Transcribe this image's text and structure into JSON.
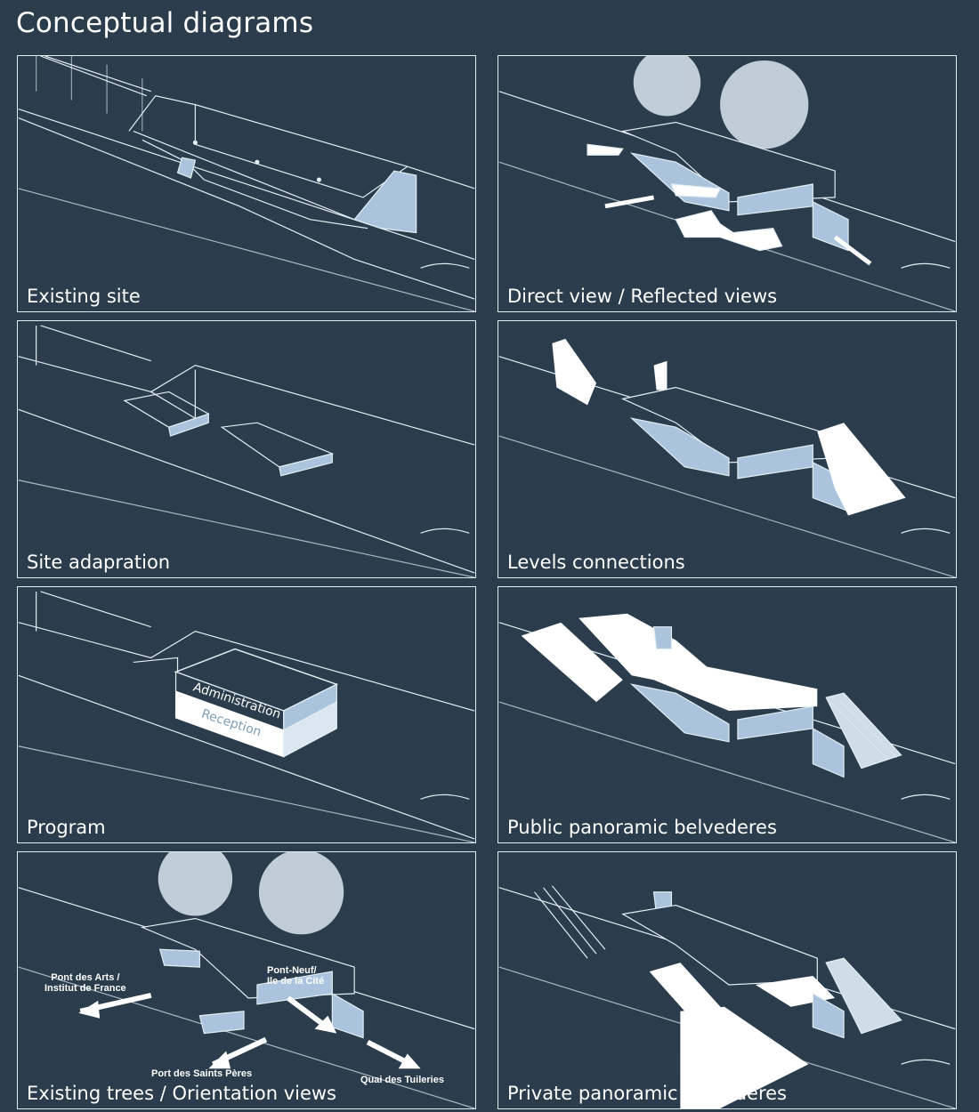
{
  "title": "Conceptual diagrams",
  "panels": [
    {
      "caption": "Existing site"
    },
    {
      "caption": "Direct view / Reflected views"
    },
    {
      "caption": "Site adapration"
    },
    {
      "caption": "Levels connections"
    },
    {
      "caption": "Program"
    },
    {
      "caption": "Public panoramic belvederes"
    },
    {
      "caption": "Existing trees / Orientation views"
    },
    {
      "caption": "Private panoramic belvederes"
    }
  ],
  "program_labels": {
    "upper": "Administration",
    "lower": "Reception"
  },
  "orientation_labels": {
    "pont_des_arts": [
      "Pont des Arts /",
      "Institut de France"
    ],
    "pont_neuf": [
      "Pont-Neuf/",
      "Ile de la Cité"
    ],
    "port_saints_peres": "Port des Saints Pères",
    "quai_tuileries": "Quai des Tuileries"
  },
  "colors": {
    "background": "#2b3d4d",
    "line": "#e3edf4",
    "volume": "#a9c4dc",
    "highlight": "#ffffff"
  }
}
